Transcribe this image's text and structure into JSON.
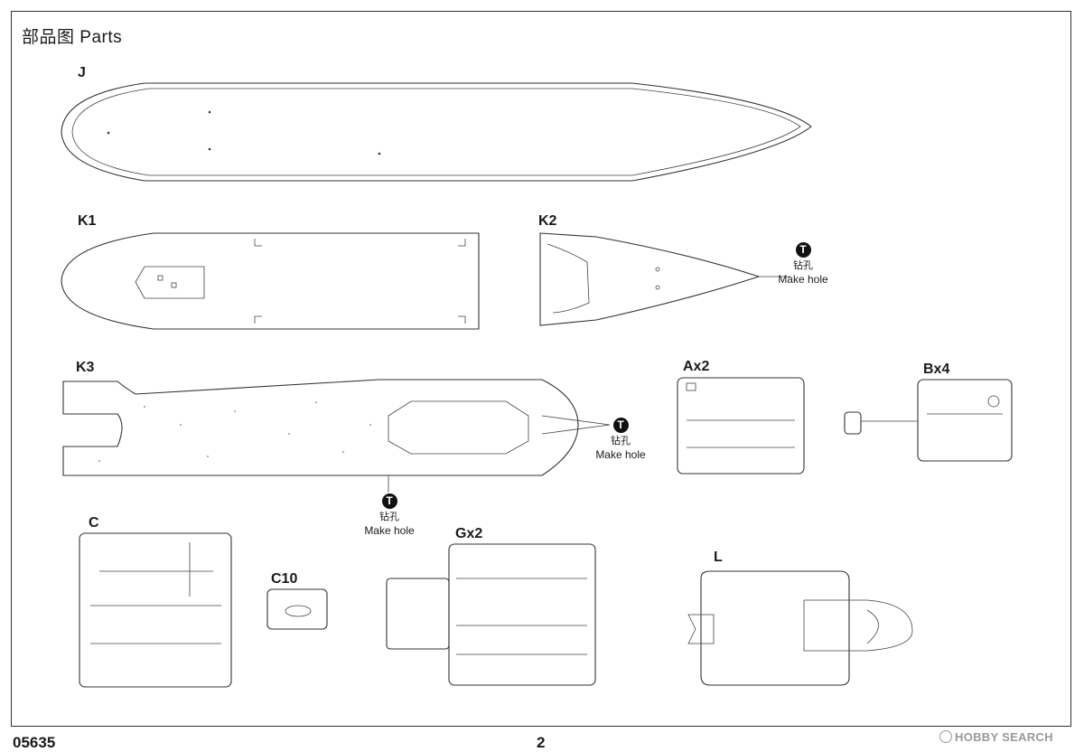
{
  "title": "部品图 Parts",
  "parts": {
    "J": "J",
    "K1": "K1",
    "K2": "K2",
    "K3": "K3",
    "Ax2": "Ax2",
    "Bx4": "Bx4",
    "C": "C",
    "C10": "C10",
    "Gx2": "Gx2",
    "L": "L"
  },
  "notes": {
    "hole_symbol": "T",
    "hole_zh": "钻孔",
    "hole_en": "Make hole"
  },
  "footer": {
    "code": "05635",
    "page": "2"
  },
  "watermark": "HOBBY SEARCH"
}
